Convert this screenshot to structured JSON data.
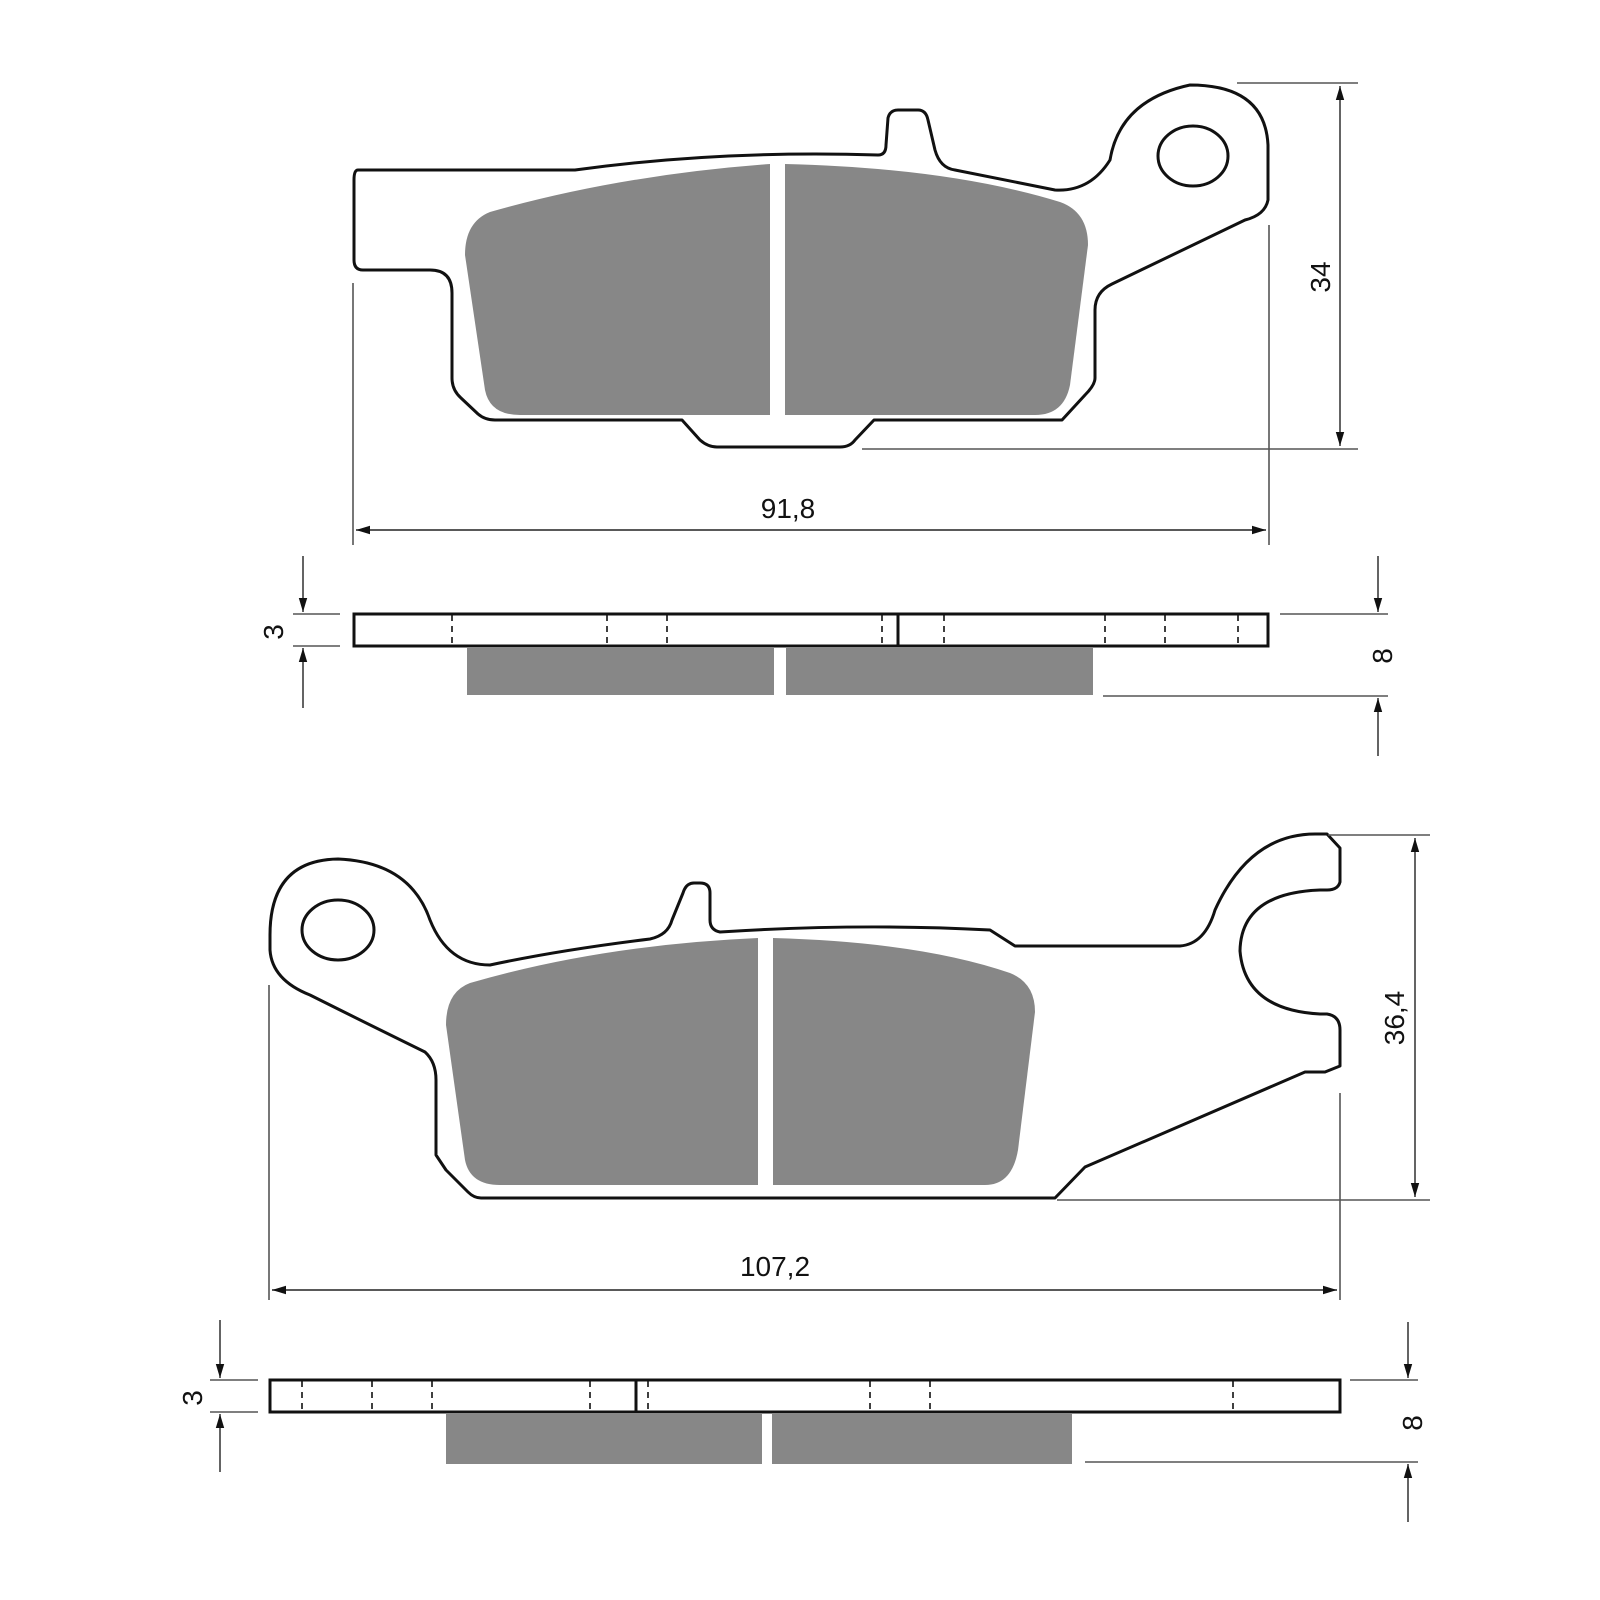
{
  "drawing": {
    "title": "Brake pad technical drawing",
    "colors": {
      "outline": "#111111",
      "friction_material": "#878787",
      "background": "#ffffff"
    },
    "pad_top": {
      "width_label": "91,8",
      "height_label": "34",
      "side_view": {
        "plate_thickness_label": "3",
        "total_thickness_label": "8"
      }
    },
    "pad_bottom": {
      "width_label": "107,2",
      "height_label": "36,4",
      "side_view": {
        "plate_thickness_label": "3",
        "total_thickness_label": "8"
      }
    }
  }
}
